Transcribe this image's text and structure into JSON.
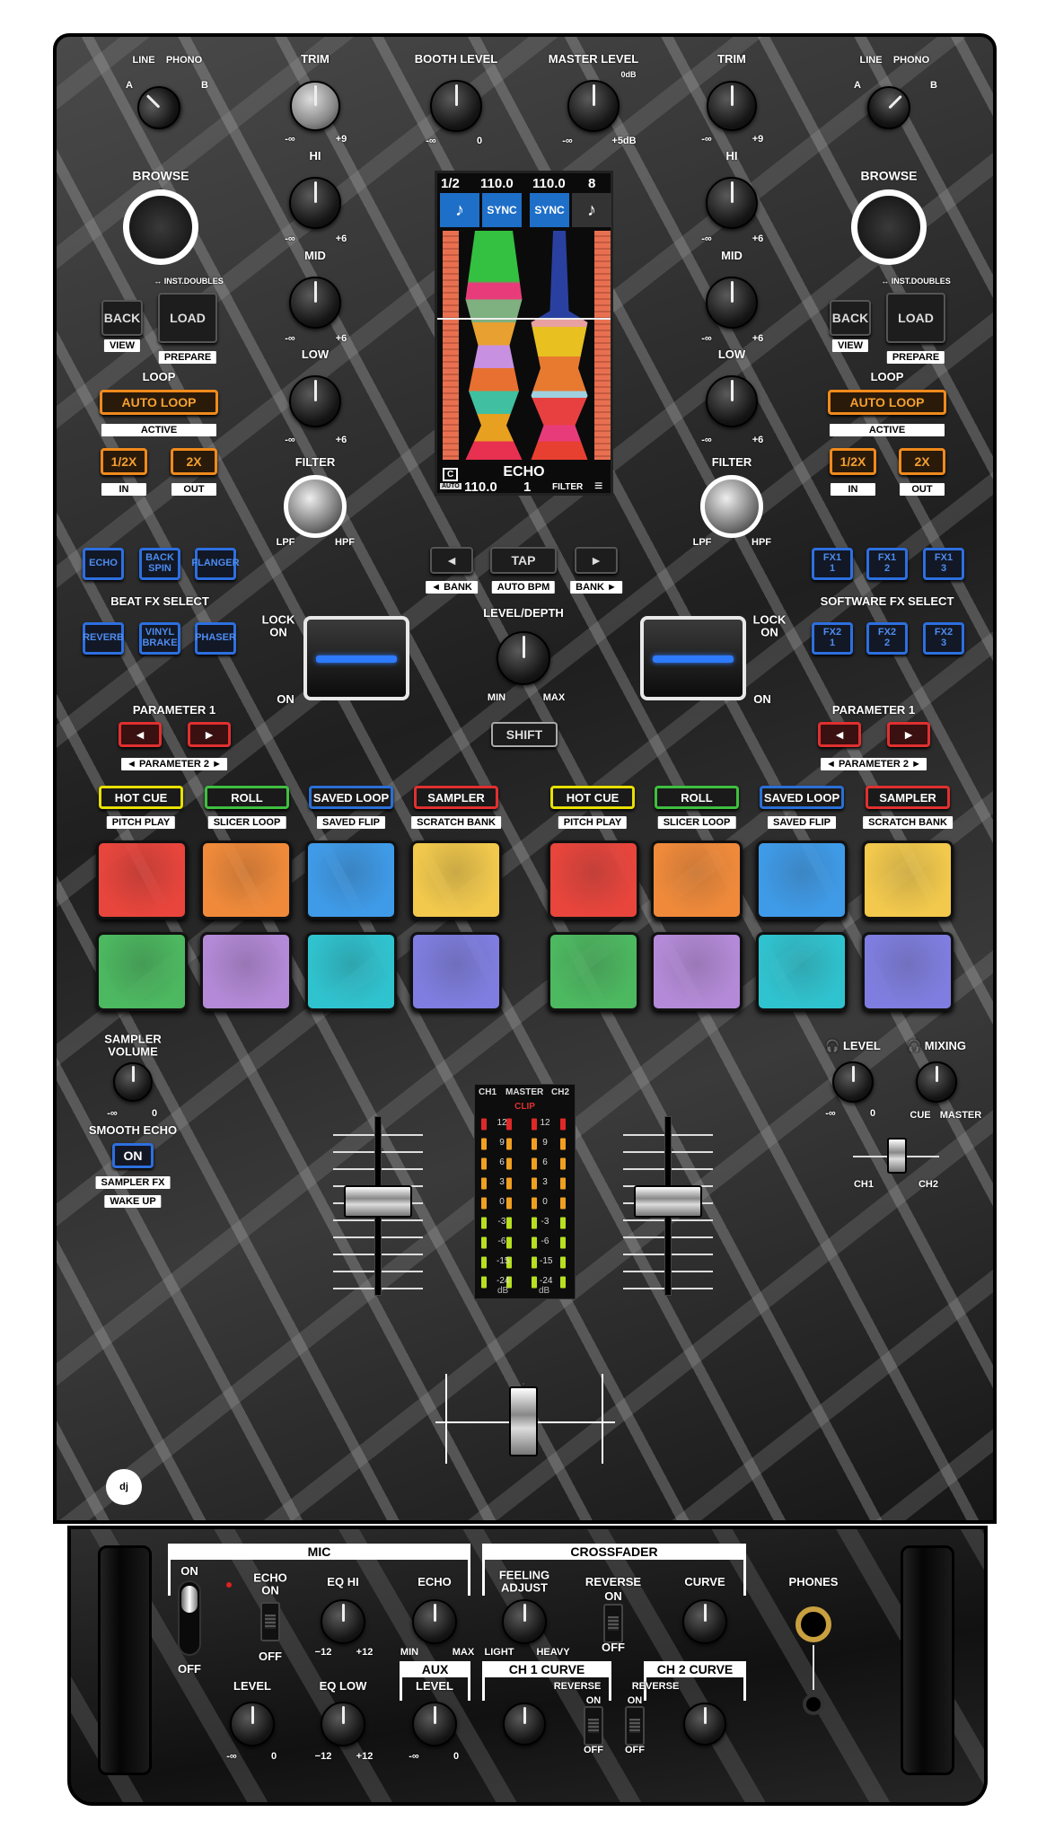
{
  "deck": {
    "selector": {
      "a": "A",
      "line": "LINE",
      "phono": "PHONO",
      "b": "B"
    },
    "browse": "BROWSE",
    "inst_doubles": "↔ INST.DOUBLES",
    "back": "BACK",
    "view": "VIEW",
    "load": "LOAD",
    "prepare": "PREPARE",
    "loop": "LOOP",
    "auto_loop": "AUTO LOOP",
    "active": "ACTIVE",
    "half": "1/2X",
    "double": "2X",
    "in": "IN",
    "out": "OUT",
    "lock": "LOCK\nON",
    "on": "ON",
    "parameter1": "PARAMETER 1",
    "parameter2": "◄ PARAMETER 2 ►",
    "prev_arrow": "◄",
    "next_arrow": "►"
  },
  "channel": {
    "trim": "TRIM",
    "trim_min": "-∞",
    "trim_max": "+9",
    "hi": "HI",
    "mid": "MID",
    "low": "LOW",
    "eq_min": "-∞",
    "eq_max": "+6",
    "filter": "FILTER",
    "lpf": "LPF",
    "hpf": "HPF"
  },
  "master": {
    "booth": "BOOTH LEVEL",
    "booth_min": "-∞",
    "booth_max": "0",
    "master": "MASTER LEVEL",
    "master_top": "0dB",
    "master_min": "-∞",
    "master_max": "+5dB"
  },
  "screen": {
    "left_beat": "1/2",
    "left_bpm": "110.0",
    "right_bpm": "110.0",
    "right_beat": "8",
    "sync": "SYNC",
    "fx_name": "ECHO",
    "c": "C",
    "auto": "AUTO",
    "bpm": "110.0",
    "beat": "1",
    "filter": "FILTER"
  },
  "beat_fx": {
    "label": "BEAT FX SELECT",
    "buttons": [
      "ECHO",
      "BACK\nSPIN",
      "FLANGER",
      "REVERB",
      "VINYL\nBRAKE",
      "PHASER"
    ]
  },
  "software_fx": {
    "label": "SOFTWARE FX SELECT",
    "buttons": [
      "FX1\n1",
      "FX1\n2",
      "FX1\n3",
      "FX2\n1",
      "FX2\n2",
      "FX2\n3"
    ]
  },
  "center": {
    "tap": "TAP",
    "left": "◄",
    "right": "►",
    "bank_prev": "◄ BANK",
    "auto_bpm": "AUTO BPM",
    "bank_next": "BANK ►",
    "level_depth": "LEVEL/DEPTH",
    "min": "MIN",
    "max": "MAX",
    "shift": "SHIFT"
  },
  "pad_modes": [
    {
      "label": "HOT CUE",
      "sub": "PITCH PLAY",
      "color": "#e8e000"
    },
    {
      "label": "ROLL",
      "sub": "SLICER LOOP",
      "color": "#3fbf3f"
    },
    {
      "label": "SAVED LOOP",
      "sub": "SAVED FLIP",
      "color": "#2a6fd6"
    },
    {
      "label": "SAMPLER",
      "sub": "SCRATCH BANK",
      "color": "#e03030"
    }
  ],
  "pad_colors": [
    "#e8453c",
    "#f08a3a",
    "#3f9be8",
    "#f2c94c",
    "#4cb860",
    "#b48ad8",
    "#2fc3cf",
    "#7f7ee0"
  ],
  "sampler": {
    "volume": "SAMPLER\nVOLUME",
    "min": "-∞",
    "max": "0",
    "smooth_echo": "SMOOTH ECHO",
    "on": "ON",
    "sampler_fx": "SAMPLER FX",
    "wake_up": "WAKE UP"
  },
  "headphones": {
    "level": "🎧 LEVEL",
    "mixing": "🎧 MIXING",
    "min": "-∞",
    "max": "0",
    "cue": "CUE",
    "master": "MASTER",
    "ch1": "CH1",
    "ch2": "CH2"
  },
  "meter": {
    "ch1": "CH1",
    "master": "MASTER",
    "ch2": "CH2",
    "clip": "CLIP",
    "scale": [
      "12",
      "9",
      "6",
      "3",
      "0",
      "-3",
      "-6",
      "-15",
      "-24"
    ],
    "unit": "dB"
  },
  "bottom": {
    "mic": "MIC",
    "crossfader": "CROSSFADER",
    "on": "ON",
    "off": "OFF",
    "echo_on": "ECHO\nON",
    "eq_hi": "EQ HI",
    "eq_low": "EQ LOW",
    "eq_min": "−12",
    "eq_max": "+12",
    "echo": "ECHO",
    "min": "MIN",
    "max": "MAX",
    "feeling": "FEELING\nADJUST",
    "light": "LIGHT",
    "heavy": "HEAVY",
    "reverse": "REVERSE",
    "curve": "CURVE",
    "phones": "PHONES",
    "level": "LEVEL",
    "level_min": "-∞",
    "level_max": "0",
    "aux": "AUX",
    "ch1_curve": "CH 1 CURVE",
    "ch2_curve": "CH 2 CURVE"
  }
}
